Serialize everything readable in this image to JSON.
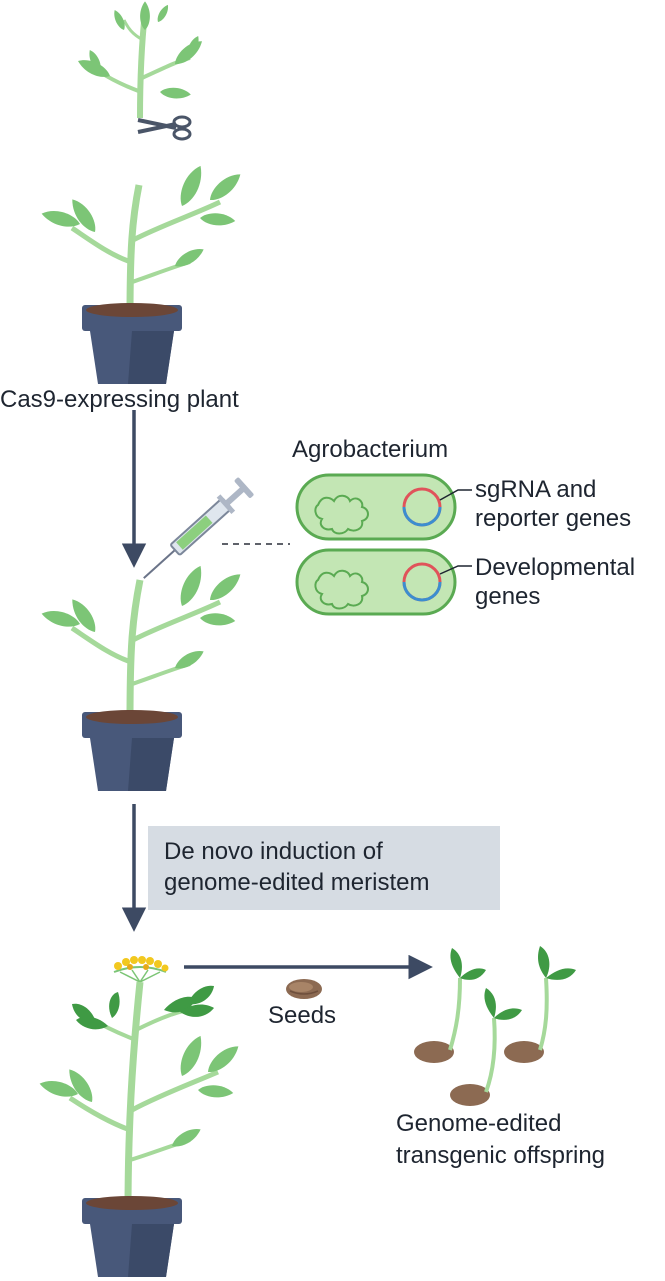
{
  "labels": {
    "cas9_plant": "Cas9-expressing plant",
    "agrobacterium": "Agrobacterium",
    "plasmid1_line1": "sgRNA and",
    "plasmid1_line2": "reporter genes",
    "plasmid2_line1": "Developmental",
    "plasmid2_line2": "genes",
    "induction_line1": "De novo induction of",
    "induction_line2": "genome-edited meristem",
    "seeds": "Seeds",
    "offspring_line1": "Genome-edited",
    "offspring_line2": "transgenic offspring"
  },
  "icons": [
    "plant-icon",
    "scissors-icon",
    "pot-icon",
    "syringe-icon",
    "bacterium-icon",
    "plasmid-icon",
    "flower-icon",
    "seed-icon",
    "seedling-icon"
  ],
  "colors": {
    "leaf": "#7cc576",
    "leaf_dark": "#3f9a44",
    "stem": "#a5d99a",
    "pot": "#48587a",
    "soil": "#6b4637",
    "arrow": "#3d4a63",
    "bacterium": "#c3e6b4",
    "plasmid_red": "#e0535a",
    "plasmid_blue": "#3b8ed0",
    "box": "#d6dce3"
  }
}
